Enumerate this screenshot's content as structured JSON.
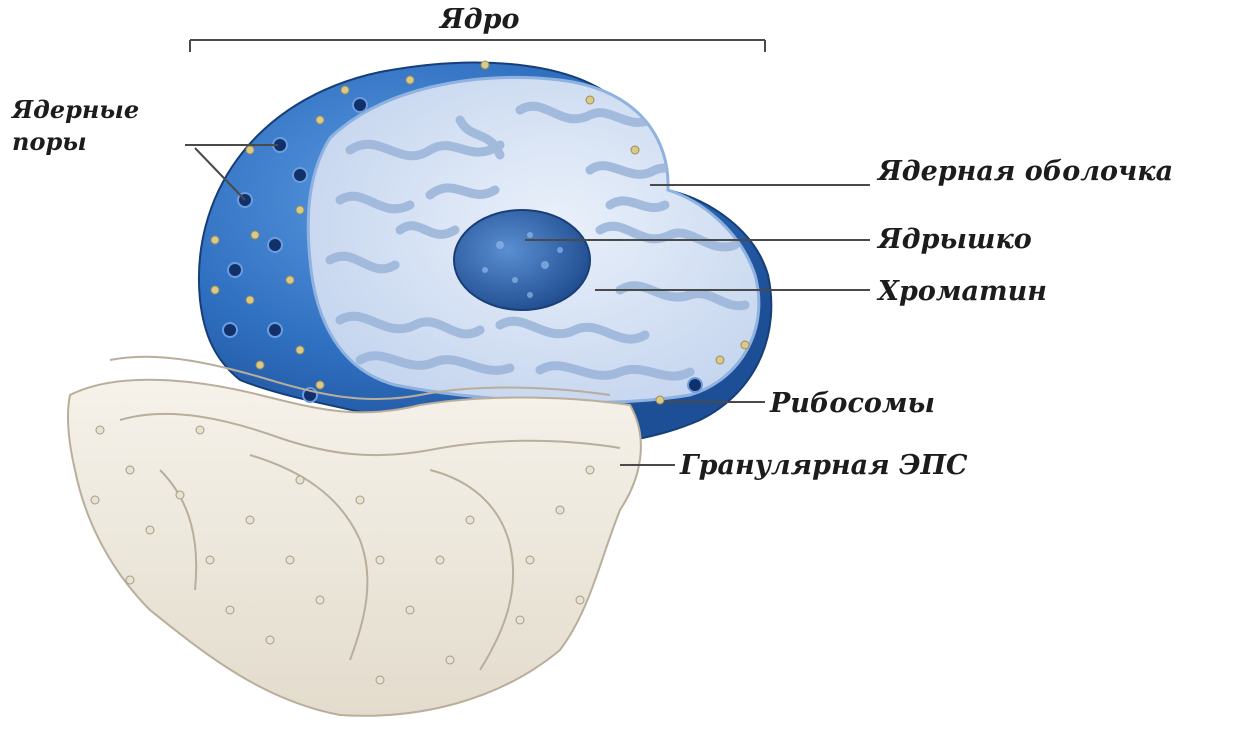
{
  "labels": {
    "nucleus": "Ядро",
    "nuclear_pores": [
      "Ядерные",
      "поры"
    ],
    "nuclear_envelope": "Ядерная оболочка",
    "nucleolus": "Ядрышко",
    "chromatin": "Хроматин",
    "ribosomes": "Рибосомы",
    "rough_er": "Гранулярная ЭПС"
  },
  "colors": {
    "envelope_blue": "#2f6fc0",
    "envelope_dark": "#1d4f96",
    "interior_light": "#dbe6f6",
    "chromatin": "#9db6da",
    "nucleolus": "#2d5fa6",
    "ribosome": "#d9c98a",
    "er_fill": "#ece6da",
    "er_edge": "#b9ae9c",
    "leader_line": "#4a4a4a"
  }
}
